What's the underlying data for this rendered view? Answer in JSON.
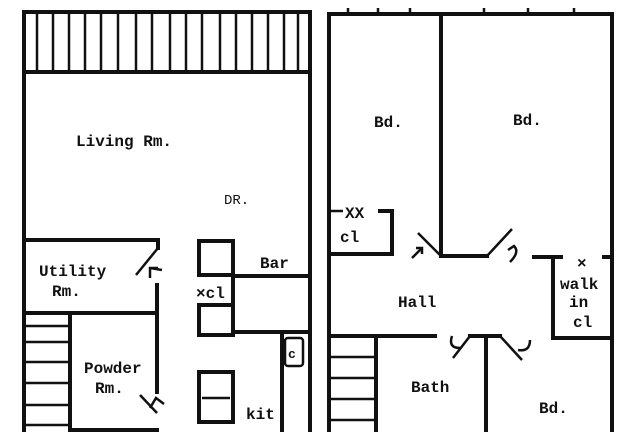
{
  "floor1": {
    "living": "Living Rm.",
    "dining": "DR.",
    "bar": "Bar",
    "utility": "Utility",
    "utility_rm": "Rm.",
    "closet": "×cl",
    "powder": "Powder",
    "powder_rm": "Rm.",
    "kitchen": "kit"
  },
  "floor2": {
    "bed1": "Bd.",
    "bed2": "Bd.",
    "bed3": "Bd.",
    "closet_marks": "XX",
    "closet": "cl",
    "hall": "Hall",
    "walkin_mark": "×",
    "walkin1": "walk",
    "walkin2": "in",
    "walkin3": "cl",
    "bath": "Bath"
  }
}
